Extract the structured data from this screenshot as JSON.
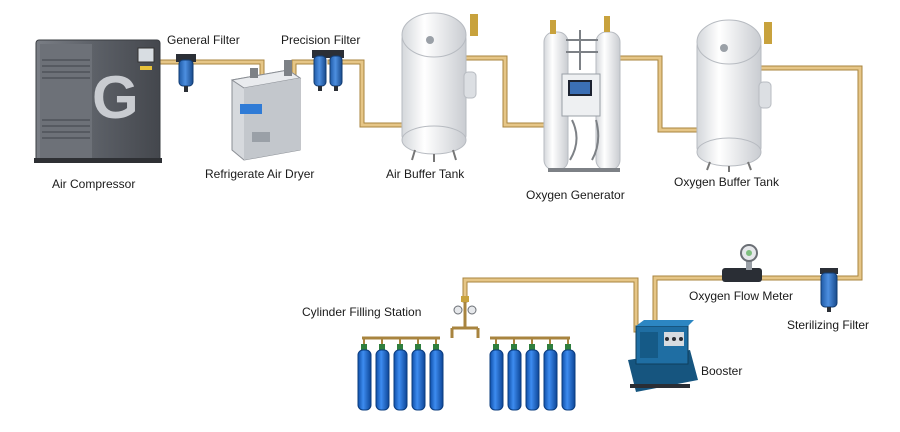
{
  "diagram": {
    "labels": {
      "air_compressor": "Air Compressor",
      "general_filter": "General Filter",
      "precision_filter": "Precision Filter",
      "refrigerate_air_dryer": "Refrigerate Air Dryer",
      "air_buffer_tank": "Air Buffer Tank",
      "oxygen_generator": "Oxygen Generator",
      "oxygen_buffer_tank": "Oxygen Buffer Tank",
      "oxygen_flow_meter": "Oxygen Flow Meter",
      "sterilizing_filter": "Sterilizing Filter",
      "booster": "Booster",
      "cylinder_filling_station": "Cylinder Filling Station"
    },
    "colors": {
      "pipe": "#d9b46a",
      "pipe_edge": "#a8843f",
      "filter_blue": "#2f6fbf",
      "cylinder_blue": "#1e6fd0",
      "booster_blue": "#1f6ea3",
      "tank_white": "#f2f3f5",
      "compressor_gray": "#5b5f66"
    }
  }
}
